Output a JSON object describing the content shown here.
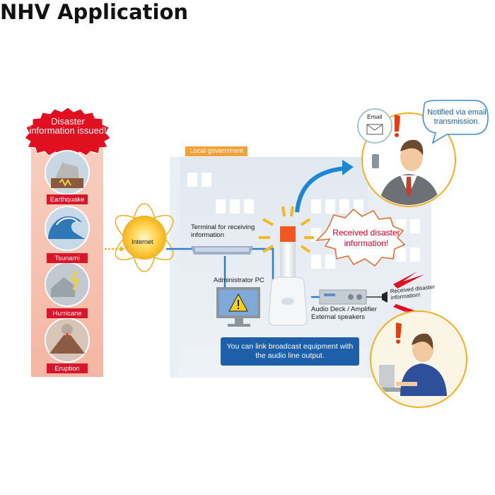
{
  "title": "NHV Application",
  "hazards": {
    "header": "Disaster information issued!",
    "items": [
      {
        "label": "Earthquake",
        "icon": "earthquake-icon"
      },
      {
        "label": "Tsunami",
        "icon": "tsunami-icon"
      },
      {
        "label": "Hurricane",
        "icon": "hurricane-icon"
      },
      {
        "label": "Eruption",
        "icon": "eruption-icon"
      }
    ]
  },
  "internet_label": "Internet",
  "local_government_label": "Local government",
  "terminal_label": "Terminal for receiving information",
  "admin_pc_label": "Administrator PC",
  "audio_deck_label": "Audio Deck / Amplifier External speakers",
  "received_bubble": "Received disaster information!",
  "speaker_text": "Received disaster information!",
  "email_label": "Email",
  "email_bubble": "Notified via email transmission.",
  "banner": "You can link broadcast equipment with the audio line output.",
  "colors": {
    "hazard_panel": "#f6c2b1",
    "hazard_label": "#d9152a",
    "building": "#e4ebf2",
    "banner": "#1d5fa8",
    "accent_blue": "#1b87d6",
    "lg_badge": "#f2a13b",
    "warning_red": "#d6002a"
  }
}
